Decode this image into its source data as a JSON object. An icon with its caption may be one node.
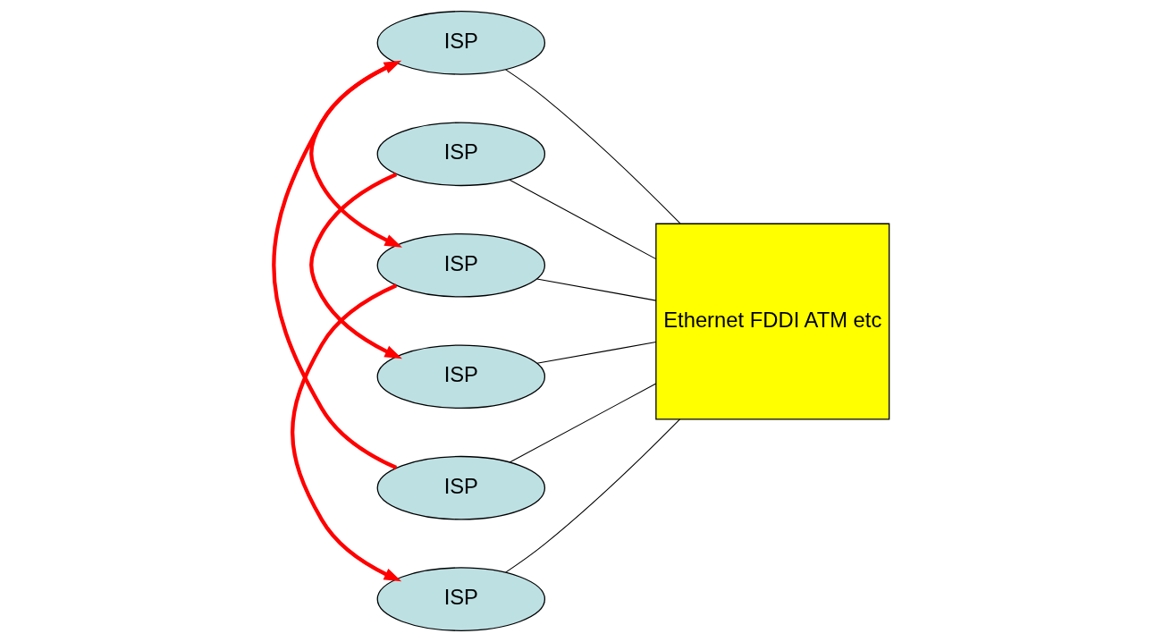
{
  "diagram": {
    "nodes": [
      {
        "text": [
          "ISP"
        ]
      },
      {
        "text": [
          "ISP"
        ]
      },
      {
        "text": [
          "Ethernet FDDI ATM etc"
        ]
      },
      {
        "text": [
          "ISP"
        ]
      },
      {
        "text": [
          "ISP"
        ]
      },
      {
        "text": [
          "ISP"
        ]
      },
      {
        "text": [
          "ISP"
        ]
      }
    ],
    "edges": [
      {
        "from": 0,
        "to": 2,
        "arrow": "none"
      },
      {
        "from": 1,
        "to": 2,
        "arrow": "none"
      },
      {
        "from": 3,
        "to": 2,
        "arrow": "none"
      },
      {
        "from": 4,
        "to": 2,
        "arrow": "none"
      },
      {
        "from": 5,
        "to": 2,
        "arrow": "none"
      },
      {
        "from": 6,
        "to": 2,
        "arrow": "none"
      },
      {
        "from": 0,
        "to": 5,
        "arrow": "to",
        "style": "thick",
        "color": "#ff0000"
      },
      {
        "from": 3,
        "to": 1,
        "arrow": "to",
        "style": "thick",
        "color": "#ff0000"
      },
      {
        "from": 4,
        "to": 0,
        "arrow": "to",
        "style": "thick",
        "color": "#ff0000"
      },
      {
        "from": 5,
        "to": 6,
        "arrow": "to",
        "style": "thick",
        "color": "#ff0000"
      }
    ]
  }
}
